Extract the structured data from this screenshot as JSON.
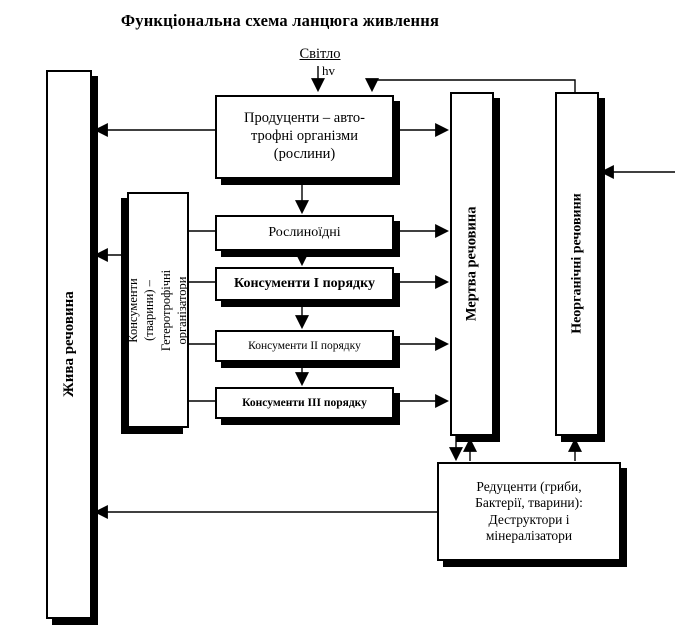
{
  "title": "Функціональна схема ланцюга живлення",
  "light": {
    "label": "Світло",
    "symbol": "hv"
  },
  "boxes": {
    "living": {
      "label": "Жива речовина"
    },
    "consumers_vertical": {
      "line1": "Консументи (тварини) –",
      "line2": "Гетеротрофічні організатори"
    },
    "producers": {
      "label": "Продуценти – авто-трофні організми (рослини)"
    },
    "herbivores": {
      "label": "Рослиноїдні"
    },
    "consumers1": {
      "label": "Консументи I порядку"
    },
    "consumers2": {
      "label": "Консументи II порядку"
    },
    "consumers3": {
      "label": "Консументи III порядку"
    },
    "dead": {
      "label": "Мертва речовина"
    },
    "inorganic": {
      "label": "Неорганічні речовини"
    },
    "reducers": {
      "label": "Редуценти (гриби, Бактерії, тварини): Деструктори і мінералізатори"
    }
  },
  "colors": {
    "ink": "#000000",
    "paper": "#ffffff"
  }
}
